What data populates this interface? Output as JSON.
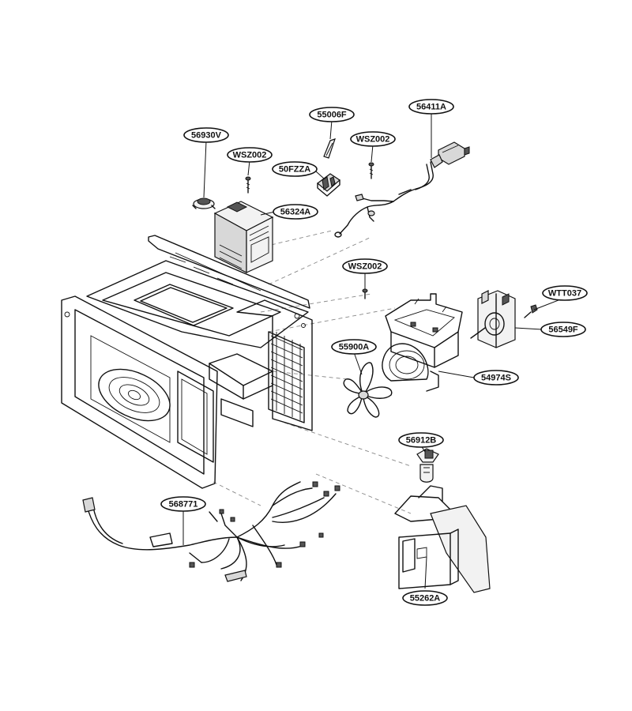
{
  "callouts": [
    {
      "id": "56930V",
      "label": "56930V"
    },
    {
      "id": "WSZ002-a",
      "label": "WSZ002"
    },
    {
      "id": "50FZZA",
      "label": "50FZZA"
    },
    {
      "id": "55006F",
      "label": "55006F"
    },
    {
      "id": "WSZ002-b",
      "label": "WSZ002"
    },
    {
      "id": "56411A",
      "label": "56411A"
    },
    {
      "id": "56324A",
      "label": "56324A"
    },
    {
      "id": "WSZ002-c",
      "label": "WSZ002"
    },
    {
      "id": "WTT037",
      "label": "WTT037"
    },
    {
      "id": "56549F",
      "label": "56549F"
    },
    {
      "id": "55900A",
      "label": "55900A"
    },
    {
      "id": "54974S",
      "label": "54974S"
    },
    {
      "id": "56912B",
      "label": "56912B"
    },
    {
      "id": "568771",
      "label": "568771"
    },
    {
      "id": "55262A",
      "label": "55262A"
    }
  ]
}
